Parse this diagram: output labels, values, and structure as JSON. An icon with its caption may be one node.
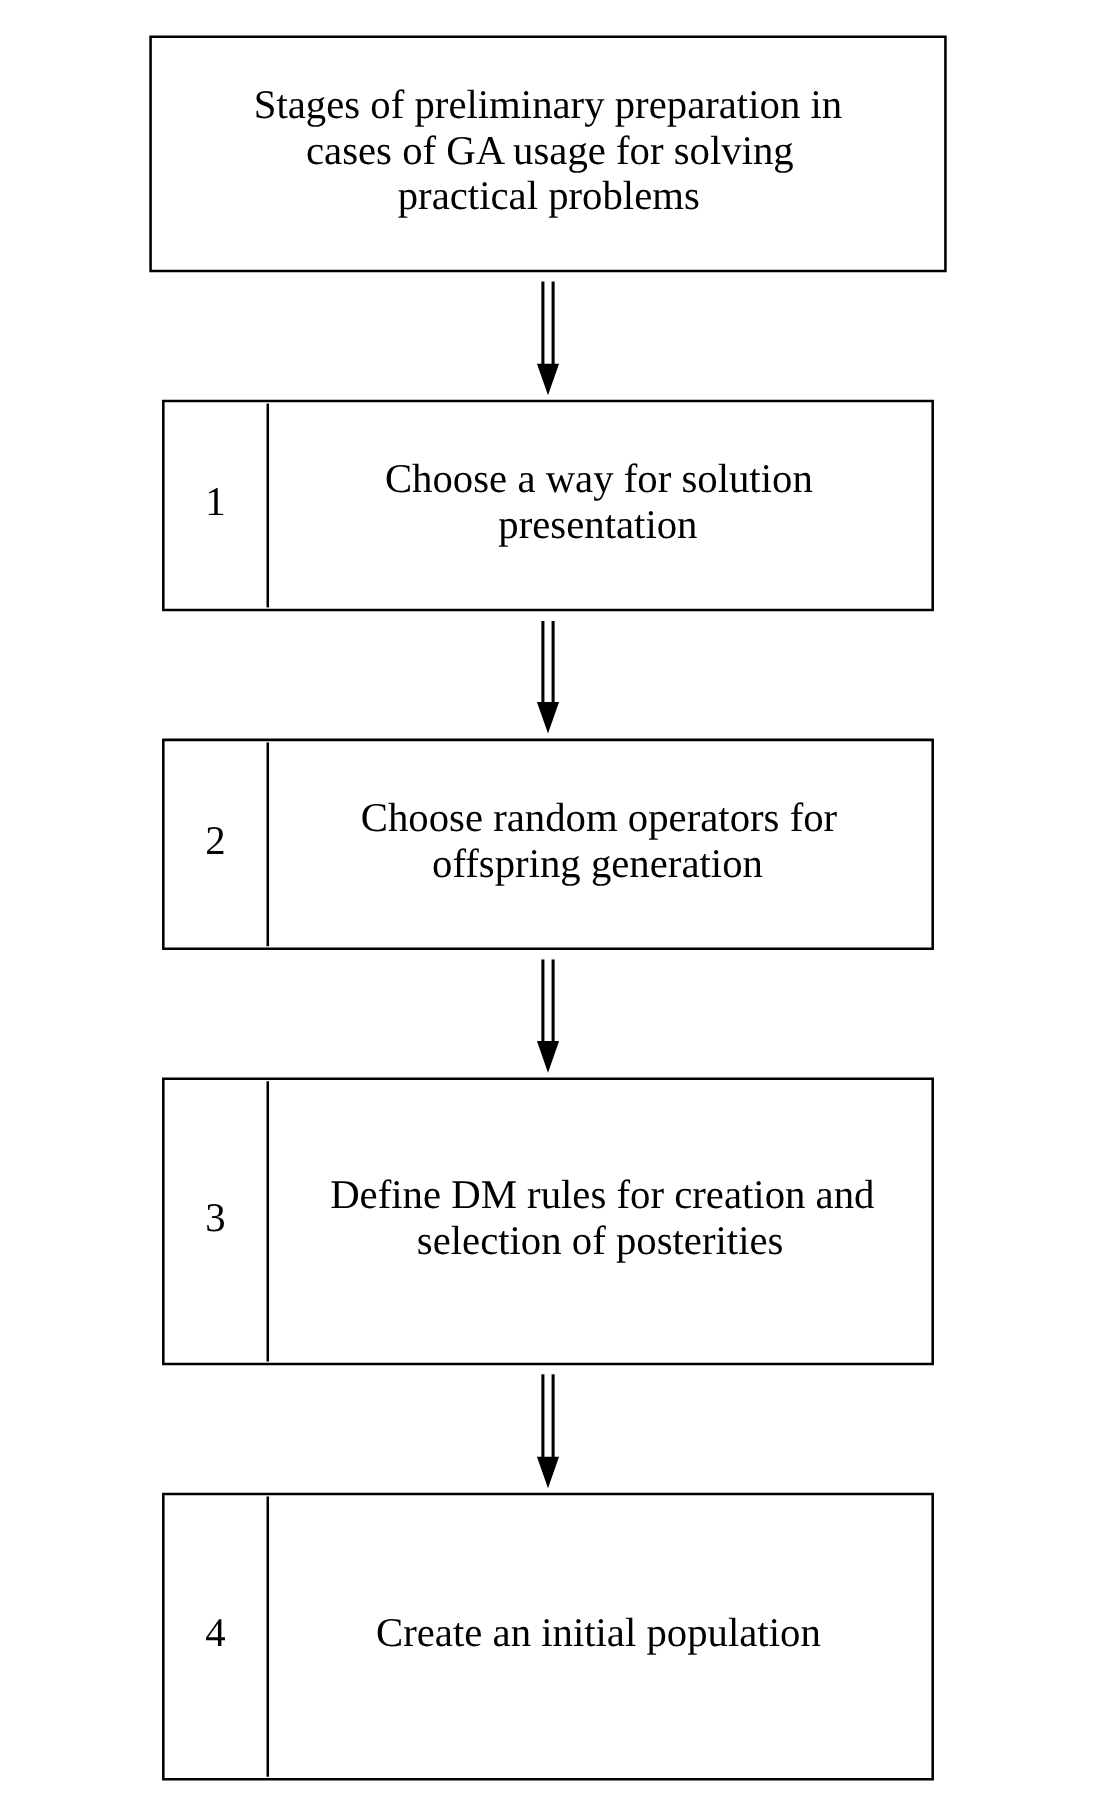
{
  "diagram": {
    "nodes": [
      {
        "text": [
          "Stages of preliminary preparation in cases of GA usage for solving practical problems"
        ]
      },
      {
        "text": [
          "1",
          "Choose a way for solution presentation"
        ]
      },
      {
        "text": [
          "2",
          "Choose random operators for offspring generation"
        ]
      },
      {
        "text": [
          "3",
          "Define DM rules for creation and selection of posterities"
        ]
      },
      {
        "text": [
          "4",
          "Create an initial population"
        ]
      }
    ],
    "edges": [
      {
        "from": 0,
        "to": 1,
        "arrow": "to"
      },
      {
        "from": 1,
        "to": 2,
        "arrow": "to"
      },
      {
        "from": 2,
        "to": 3,
        "arrow": "to"
      },
      {
        "from": 3,
        "to": 4,
        "arrow": "to"
      }
    ]
  }
}
